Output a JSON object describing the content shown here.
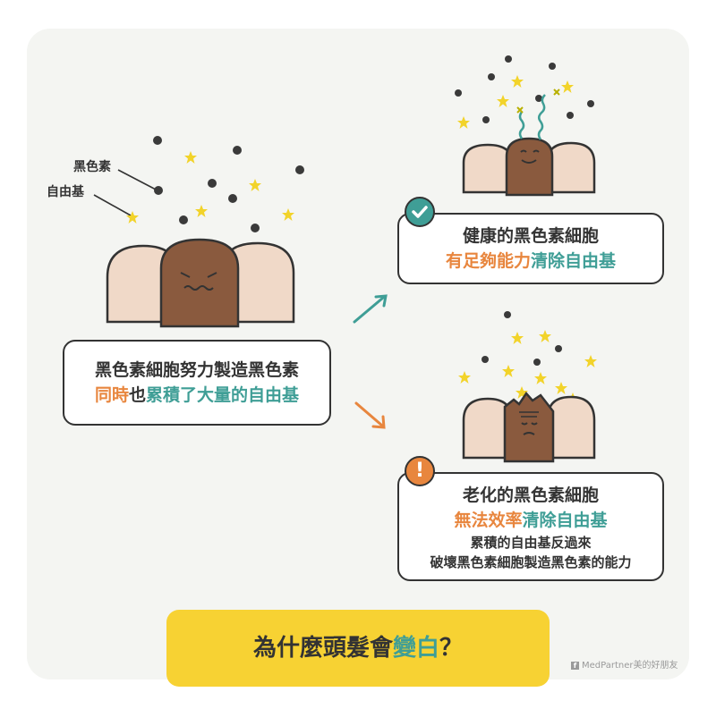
{
  "labels": {
    "melanin": "黑色素",
    "free_radical": "自由基"
  },
  "left_box": {
    "line1": "黑色素細胞努力製造黑色素",
    "line2_a": "同時",
    "line2_b": "也",
    "line2_c": "累積了大量的自由基"
  },
  "healthy_box": {
    "line1": "健康的黑色素細胞",
    "line2_a": "有足夠能力",
    "line2_b": "清除自由基"
  },
  "aged_box": {
    "line1": "老化的黑色素細胞",
    "line2_a": "無法效率",
    "line2_b": "清除自由基",
    "line3": "累積的自由基反過來",
    "line4": "破壞黑色素細胞製造黑色素的能力"
  },
  "badges": {
    "check_icon": "check-icon",
    "warning_icon": "exclamation-icon",
    "warning_glyph": "!"
  },
  "title": {
    "part1": "為什麼頭髮會",
    "part2": "變",
    "part3": "白",
    "part4": "？"
  },
  "credit": {
    "fb_glyph": "f",
    "text": "MedPartner美的好朋友"
  },
  "colors": {
    "orange": "#e8863e",
    "teal": "#3f9e96",
    "yellow": "#f7d233",
    "melanocyte": "#8a5a3e",
    "skin": "#f0d9c8"
  }
}
